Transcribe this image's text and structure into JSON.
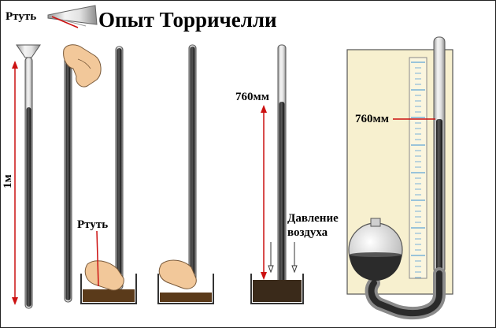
{
  "title": "Опыт Торричелли",
  "labels": {
    "mercury_top": "Ртуть",
    "length": "1м",
    "mercury_dish": "Ртуть",
    "height_1": "760мм",
    "air_pressure_1": "Давление",
    "air_pressure_2": "воздуха",
    "height_2": "760мм"
  },
  "colors": {
    "mercury": "#2b2b2b",
    "glass": "#d9d9d9",
    "arrow": "#cc1111",
    "board": "#f7f0cf",
    "scale": "#7bb3d9",
    "skin": "#f2c89a"
  }
}
